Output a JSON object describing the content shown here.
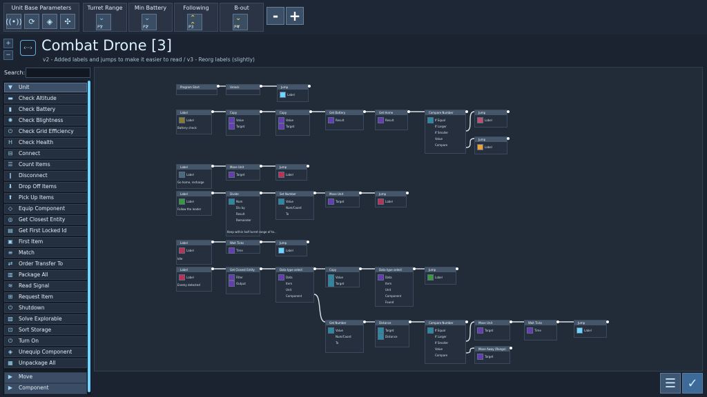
{
  "toolbar": {
    "unit_base_title": "Unit Base Parameters",
    "unit_base_icons": [
      {
        "icon": "signal-icon",
        "glyph": "((•))"
      },
      {
        "icon": "cycle-icon",
        "glyph": "⟳"
      },
      {
        "icon": "diamond-icon",
        "glyph": "◈"
      },
      {
        "icon": "scatter-icon",
        "glyph": "✣"
      }
    ],
    "params": [
      {
        "title": "Turret Range",
        "slot": "P1",
        "icon": "chevron-down-icon",
        "glyph": "⌄",
        "color": "#6cd3ff"
      },
      {
        "title": "Min Battery",
        "slot": "P2",
        "icon": "chevron-down-icon",
        "glyph": "⌄",
        "color": "#6cd3ff"
      },
      {
        "title": "Following",
        "slot": "P3",
        "icon": "chevron-up-icon",
        "glyph": "⌃",
        "color": "#f2e43a"
      },
      {
        "title": "B-out",
        "slot": "P4",
        "icon": "chevron-down-icon",
        "glyph": "⌄",
        "color": "#f2e43a"
      }
    ],
    "minus_label": "-",
    "plus_label": "+"
  },
  "zoom": {
    "in": "+",
    "out": "−"
  },
  "program": {
    "title": "Combat Drone [3]",
    "description": "v2 - Added labels and jumps to make it easier to read / v3 - Reorg labels (slightly)",
    "icon_text": "‹··›"
  },
  "search": {
    "label": "Search:",
    "value": ""
  },
  "sidebar": {
    "items": [
      {
        "label": "Unit",
        "icon": "triangle-down-icon",
        "glyph": "▼",
        "kind": "sel"
      },
      {
        "label": "Check Altitude",
        "icon": "altitude-icon",
        "glyph": "▬"
      },
      {
        "label": "Check Battery",
        "icon": "battery-icon",
        "glyph": "▮"
      },
      {
        "label": "Check Blightness",
        "icon": "blight-icon",
        "glyph": "✺"
      },
      {
        "label": "Check Grid Efficiency",
        "icon": "power-icon",
        "glyph": "⏻"
      },
      {
        "label": "Check Health",
        "icon": "health-icon",
        "glyph": "H"
      },
      {
        "label": "Connect",
        "icon": "connect-icon",
        "glyph": "⊟"
      },
      {
        "label": "Count Items",
        "icon": "count-icon",
        "glyph": "☰"
      },
      {
        "label": "Disconnect",
        "icon": "disconnect-icon",
        "glyph": "‖"
      },
      {
        "label": "Drop Off Items",
        "icon": "drop-icon",
        "glyph": "⬇"
      },
      {
        "label": "Pick Up Items",
        "icon": "pickup-icon",
        "glyph": "⬆"
      },
      {
        "label": "Equip Component",
        "icon": "equip-icon",
        "glyph": "◇"
      },
      {
        "label": "Get Closest Entity",
        "icon": "entity-icon",
        "glyph": "◎"
      },
      {
        "label": "Get First Locked Id",
        "icon": "locked-icon",
        "glyph": "▤"
      },
      {
        "label": "First Item",
        "icon": "first-item-icon",
        "glyph": "▣"
      },
      {
        "label": "Match",
        "icon": "match-icon",
        "glyph": "≡"
      },
      {
        "label": "Order Transfer To",
        "icon": "transfer-icon",
        "glyph": "⇄"
      },
      {
        "label": "Package All",
        "icon": "package-icon",
        "glyph": "▥"
      },
      {
        "label": "Read Signal",
        "icon": "signal-read-icon",
        "glyph": "≋"
      },
      {
        "label": "Request Item",
        "icon": "request-icon",
        "glyph": "⊞"
      },
      {
        "label": "Shutdown",
        "icon": "shutdown-icon",
        "glyph": "⏻"
      },
      {
        "label": "Solve Explorable",
        "icon": "explore-icon",
        "glyph": "▧"
      },
      {
        "label": "Sort Storage",
        "icon": "sort-icon",
        "glyph": "⊡"
      },
      {
        "label": "Turn On",
        "icon": "turn-on-icon",
        "glyph": "⏻"
      },
      {
        "label": "Unequip Component",
        "icon": "unequip-icon",
        "glyph": "◈"
      },
      {
        "label": "Unpackage All",
        "icon": "unpackage-icon",
        "glyph": "▦"
      },
      {
        "label": "Move",
        "icon": "triangle-right-icon",
        "glyph": "▶",
        "kind": "cat"
      },
      {
        "label": "Component",
        "icon": "triangle-right-icon",
        "glyph": "▶",
        "kind": "cat"
      }
    ]
  },
  "graph": {
    "nodes": [
      {
        "t": "Program Start",
        "pin": "#6fd3ff"
      },
      {
        "t": "Unlock"
      },
      {
        "t": "Jump",
        "labels": [
          "Label"
        ],
        "pin": "#6fd3ff"
      },
      {
        "t": "Label",
        "labels": [
          "Label"
        ],
        "pin": "#8a7a2a"
      },
      {
        "t": "Copy",
        "labels": [
          "Value",
          "Target"
        ],
        "pin": "#6a3ab0"
      },
      {
        "t": "Copy",
        "labels": [
          "Value",
          "Target"
        ],
        "pin": "#6a3ab0"
      },
      {
        "t": "Get Battery",
        "labels": [
          "Result"
        ],
        "pin": "#6a3ab0"
      },
      {
        "t": "Get Home",
        "labels": [
          "Result"
        ],
        "pin": "#6a3ab0"
      },
      {
        "t": "Compare Number",
        "labels": [
          "If Equal",
          "If Larger",
          "If Smaller",
          "Value",
          "Compare"
        ],
        "pin": "#2a8aa0"
      },
      {
        "t": "Jump",
        "labels": [
          "Label"
        ],
        "pin": "#c0506a"
      },
      {
        "t": "Jump",
        "labels": [
          "Label"
        ],
        "pin": "#f0a030"
      },
      {
        "t": "Label",
        "labels": [
          "Label"
        ],
        "pin": "#4a6a7a"
      },
      {
        "t": "Move Unit",
        "labels": [
          "Target"
        ],
        "pin": "#6a3ab0"
      },
      {
        "t": "Jump",
        "labels": [
          "Label"
        ],
        "pin": "#c03050"
      },
      {
        "t": "Label",
        "labels": [
          "Label"
        ],
        "pin": "#3a9a3a"
      },
      {
        "t": "Divide",
        "labels": [
          "Num",
          "Div by",
          "Result",
          "Remainder"
        ],
        "pin": "#2a8aa0"
      },
      {
        "t": "Set Number",
        "labels": [
          "Value",
          "Num/Coord",
          "To"
        ],
        "pin": "#2a8aa0"
      },
      {
        "t": "Move Unit",
        "labels": [
          "Target"
        ],
        "pin": "#6a3ab0"
      },
      {
        "t": "Jump",
        "labels": [
          "Label"
        ],
        "pin": "#c03050"
      },
      {
        "t": "Label",
        "labels": [
          "Label"
        ],
        "pin": "#c03050"
      },
      {
        "t": "Wait Ticks",
        "labels": [
          "Time"
        ],
        "pin": "#6a3ab0"
      },
      {
        "t": "Jump",
        "labels": [
          "Label"
        ],
        "pin": "#6fd3ff"
      },
      {
        "t": "Label",
        "labels": [
          "Label"
        ],
        "pin": "#c03050"
      },
      {
        "t": "Get Closest Entity",
        "labels": [
          "Filter",
          "Output"
        ],
        "pin": "#6a3ab0"
      },
      {
        "t": "Data type select",
        "labels": [
          "Data",
          "Item",
          "Unit",
          "Component"
        ],
        "pin": "#6a3ab0"
      },
      {
        "t": "Copy",
        "labels": [
          "Value",
          "Target"
        ],
        "pin": "#2a8aa0"
      },
      {
        "t": "Data type select",
        "labels": [
          "Data",
          "Item",
          "Unit",
          "Component",
          "Found"
        ],
        "pin": "#6a3ab0"
      },
      {
        "t": "Jump",
        "labels": [
          "Label"
        ],
        "pin": "#3a9a3a"
      },
      {
        "t": "Get Number",
        "labels": [
          "Value",
          "Num/Coord",
          "To"
        ],
        "pin": "#2a8aa0"
      },
      {
        "t": "Distance",
        "labels": [
          "Target",
          "Distance"
        ],
        "pin": "#2a8aa0"
      },
      {
        "t": "Compare Number",
        "labels": [
          "If Equal",
          "If Larger",
          "If Smaller",
          "Value",
          "Compare"
        ],
        "pin": "#2a8aa0"
      },
      {
        "t": "Move Unit",
        "labels": [
          "Target"
        ],
        "pin": "#6a3ab0"
      },
      {
        "t": "Move Away (Range)",
        "labels": [
          "Target"
        ],
        "pin": "#6a3ab0"
      },
      {
        "t": "Wait Ticks",
        "labels": [
          "Time"
        ],
        "pin": "#6a3ab0"
      },
      {
        "t": "Jump",
        "labels": [
          "Label"
        ],
        "pin": "#6fd3ff"
      }
    ],
    "annotations": [
      "Battery check",
      "Go home, recharge",
      "Follow the leader",
      "Idle",
      "Enemy detected",
      "Keep within half turret range of to..."
    ]
  },
  "buttons": {
    "list_icon": "list-icon",
    "confirm_icon": "check-icon"
  }
}
